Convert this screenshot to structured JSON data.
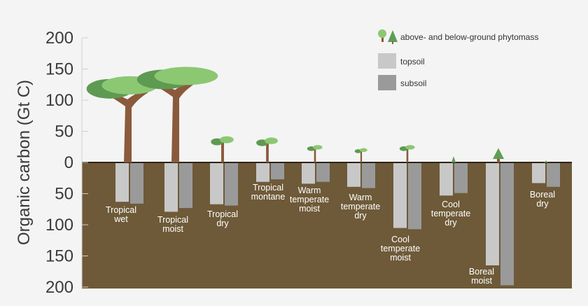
{
  "chart_data": {
    "type": "bar",
    "ylabel": "Organic carbon (Gt C)",
    "yticks": [
      "200",
      "150",
      "100",
      "50",
      "0",
      "50",
      "100",
      "150",
      "200"
    ],
    "ylim": [
      -200,
      200
    ],
    "categories": [
      "Tropical wet",
      "Tropical moist",
      "Tropical dry",
      "Tropical montane",
      "Warm temperate moist",
      "Warm temperate dry",
      "Cool temperate moist",
      "Cool temperate dry",
      "Boreal moist",
      "Boreal dry"
    ],
    "category_label_lines": [
      [
        "Tropical",
        "wet"
      ],
      [
        "Tropical",
        "moist"
      ],
      [
        "Tropical",
        "dry"
      ],
      [
        "Tropical",
        "montane"
      ],
      [
        "Warm",
        "temperate",
        "moist"
      ],
      [
        "Warm",
        "temperate",
        "dry"
      ],
      [
        "Cool",
        "temperate",
        "moist"
      ],
      [
        "Cool",
        "temperate",
        "dry"
      ],
      [
        "Boreal",
        "moist"
      ],
      [
        "Boreal",
        "dry"
      ]
    ],
    "series": [
      {
        "name": "above- and below-ground phytomass",
        "values": [
          135,
          150,
          42,
          40,
          28,
          23,
          28,
          10,
          23,
          3
        ]
      },
      {
        "name": "topsoil",
        "values": [
          62,
          78,
          66,
          30,
          33,
          38,
          104,
          52,
          164,
          32
        ]
      },
      {
        "name": "subsoil",
        "values": [
          65,
          72,
          68,
          26,
          30,
          40,
          106,
          48,
          196,
          38
        ]
      }
    ],
    "legend_position": "top-right",
    "colors": {
      "soil": "#6e5a38",
      "topsoil": "#c8c8c8",
      "subsoil": "#9a9a9a",
      "trunk": "#8b5a3c",
      "canopy_dark": "#5e9a52",
      "canopy_light": "#8cc872",
      "conifer": "#5f9e55",
      "label": "#ffffff",
      "axis_text": "#3a3a3a"
    }
  }
}
